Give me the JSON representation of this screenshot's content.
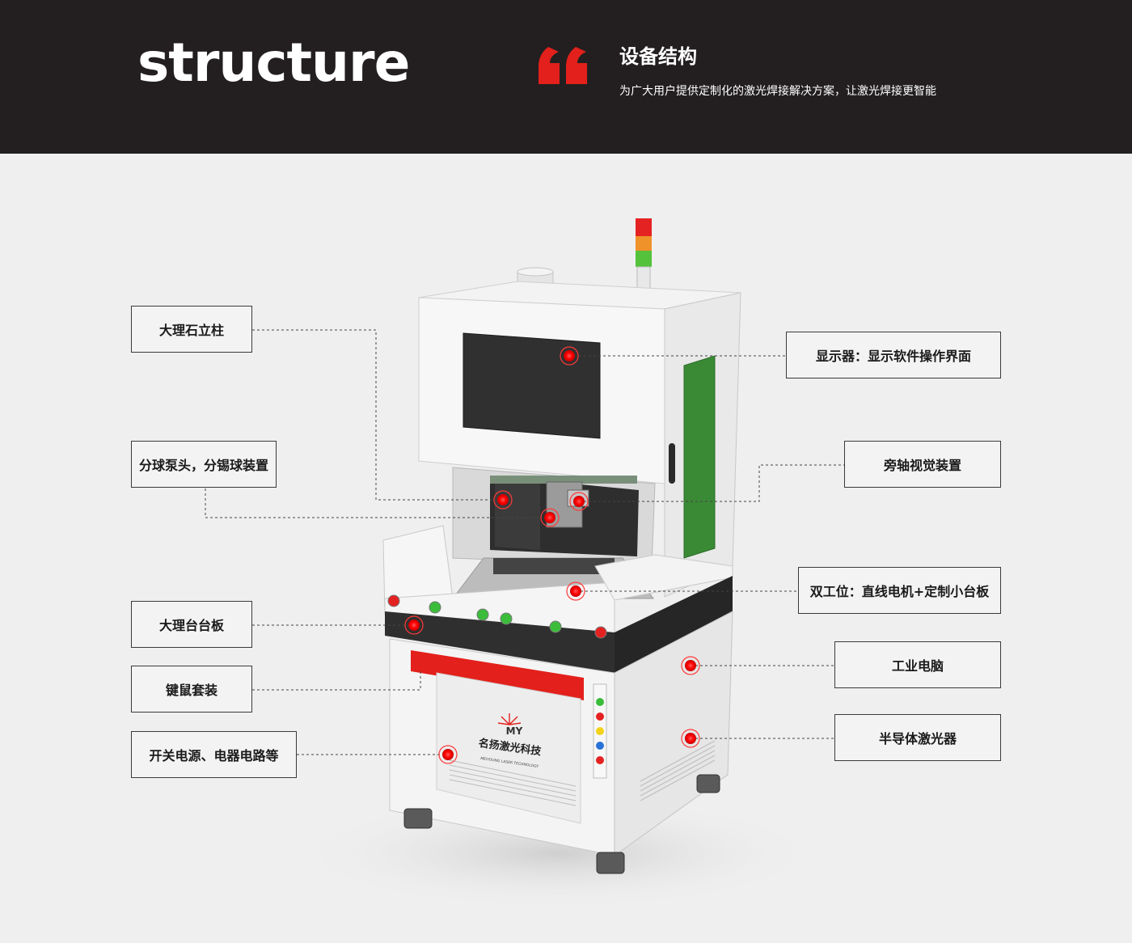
{
  "header": {
    "title": "structure",
    "section_title": "设备结构",
    "section_subtitle": "为广大用户提供定制化的激光焊接解决方案，让激光焊接更智能"
  },
  "machine": {
    "brand_letters": "MY",
    "brand_name": "名扬激光科技",
    "brand_english": "MEIYOUNG LASER TECHNOLOGY"
  },
  "callouts": {
    "marble_column": "大理石立柱",
    "ball_pump": "分球泵头，分锡球装置",
    "marble_table": "大理台台板",
    "keyboard_mouse": "键鼠套装",
    "power_switch": "开关电源、电器电路等",
    "display": "显示器：显示软件操作界面",
    "side_vision": "旁轴视觉装置",
    "dual_station": "双工位：直线电机+定制小台板",
    "industrial_pc": "工业电脑",
    "semiconductor_laser": "半导体激光器"
  },
  "colors": {
    "header_bg": "#231f20",
    "accent_red": "#e3201b",
    "hotspot_red": "#ff0000",
    "door_green": "#3a8a35"
  }
}
